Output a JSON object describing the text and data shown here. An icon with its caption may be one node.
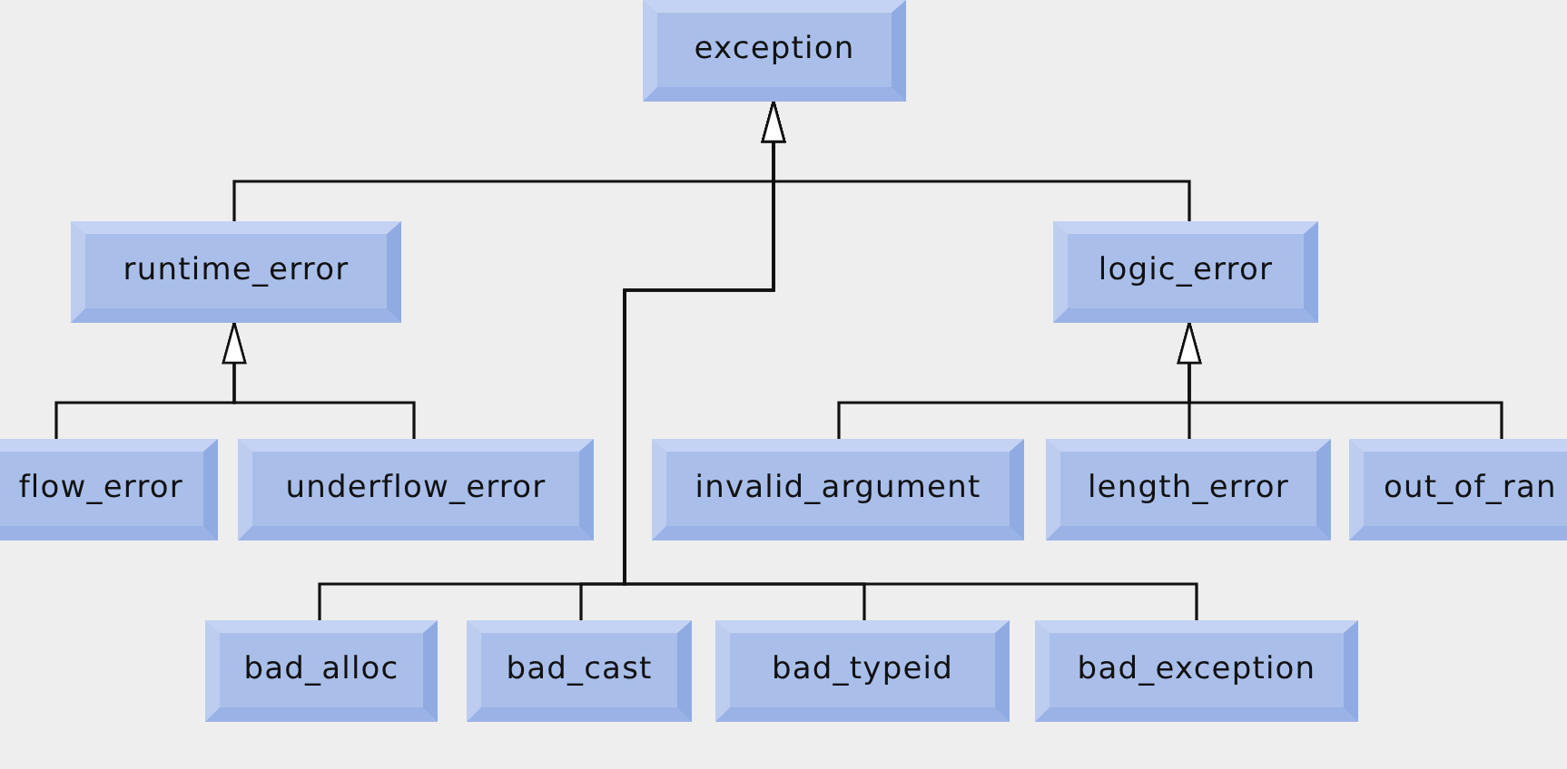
{
  "diagram": {
    "nodes": [
      {
        "text": [
          "exception"
        ]
      },
      {
        "text": [
          "runtime_error"
        ]
      },
      {
        "text": [
          "logic_error"
        ]
      },
      {
        "text": [
          "flow_error"
        ]
      },
      {
        "text": [
          "underflow_error"
        ]
      },
      {
        "text": [
          "invalid_argument"
        ]
      },
      {
        "text": [
          "length_error"
        ]
      },
      {
        "text": [
          "out_of_ran"
        ]
      },
      {
        "text": [
          "bad_alloc"
        ]
      },
      {
        "text": [
          "bad_cast"
        ]
      },
      {
        "text": [
          "bad_typeid"
        ]
      },
      {
        "text": [
          "bad_exception"
        ]
      }
    ],
    "edges": [
      {
        "from": 1,
        "to": 0,
        "arrow": "to"
      },
      {
        "from": 2,
        "to": 0,
        "arrow": "to"
      },
      {
        "from": 3,
        "to": 1,
        "arrow": "to"
      },
      {
        "from": 4,
        "to": 1,
        "arrow": "to"
      },
      {
        "from": 5,
        "to": 2,
        "arrow": "to"
      },
      {
        "from": 6,
        "to": 2,
        "arrow": "to"
      },
      {
        "from": 7,
        "to": 2,
        "arrow": "to"
      },
      {
        "from": 8,
        "to": 0,
        "arrow": "to"
      },
      {
        "from": 9,
        "to": 0,
        "arrow": "to"
      },
      {
        "from": 10,
        "to": 0,
        "arrow": "to"
      },
      {
        "from": 11,
        "to": 0,
        "arrow": "to"
      }
    ]
  }
}
